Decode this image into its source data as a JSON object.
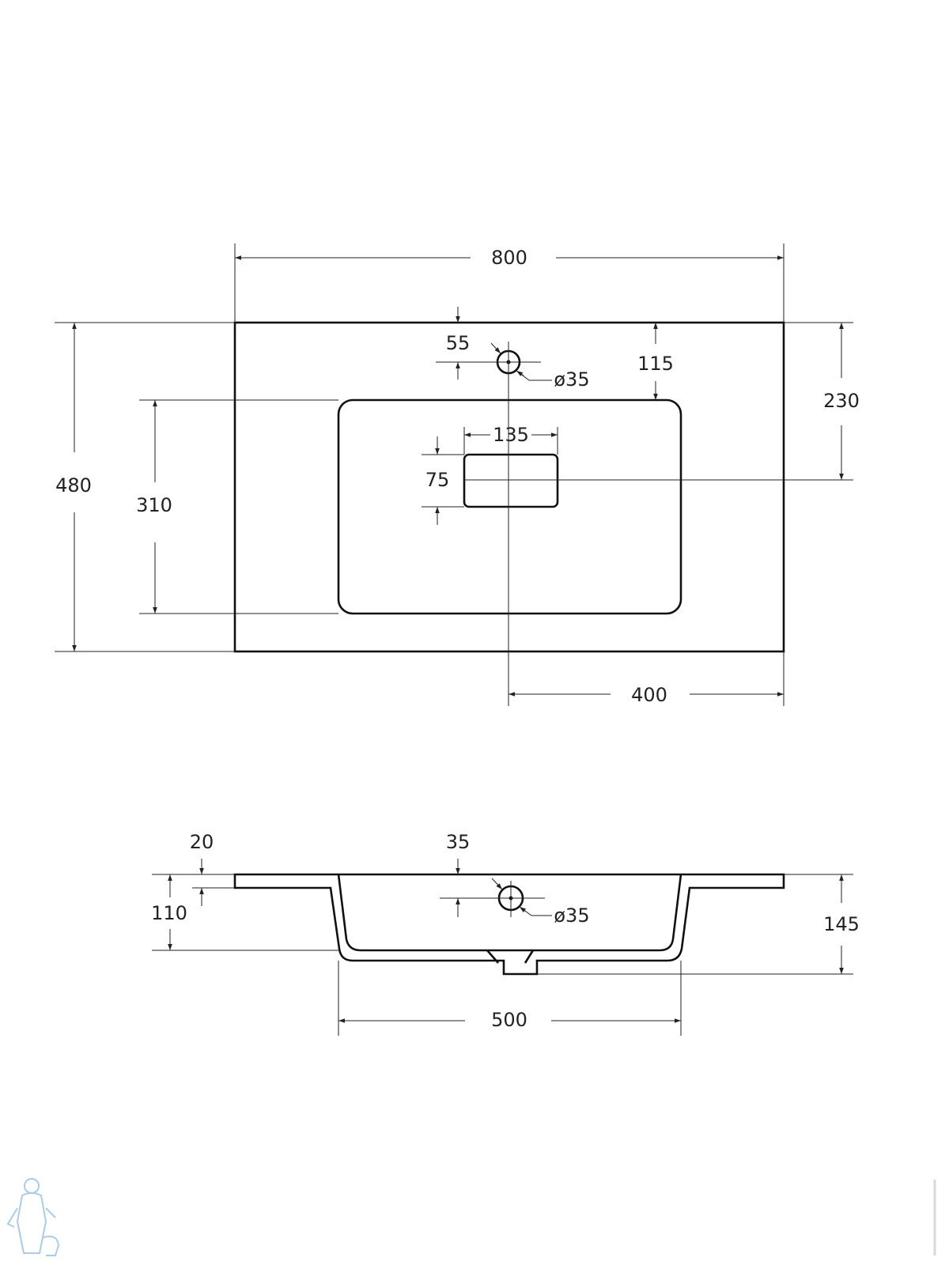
{
  "top_view": {
    "width": "800",
    "depth": "480",
    "bowl_length": "310",
    "faucet_offset": "55",
    "faucet_diameter": "ø35",
    "bowl_edge_offset": "115",
    "drain_center_offset": "230",
    "drain_width": "135",
    "drain_height": "75",
    "center_to_edge": "400"
  },
  "side_view": {
    "slab_thickness": "20",
    "faucet_height": "35",
    "faucet_diameter": "ø35",
    "bowl_depth": "110",
    "total_height": "145",
    "bowl_width": "500"
  },
  "colors": {
    "line": "#111111",
    "logo": "#9cc3e6"
  }
}
